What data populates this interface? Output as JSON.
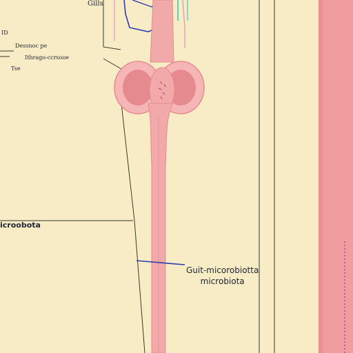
{
  "labels": {
    "top": "Gills",
    "left_1": "ID",
    "left_2": "Dessnoc pe",
    "left_3": "Ithrago-ccrsooe",
    "left_4": "Tse",
    "side": "icroobota",
    "callout_line1": "Guit-micorobiotta",
    "callout_line2": "microbiota"
  },
  "colors": {
    "background": "#f8ecc6",
    "tube": "#f2a9a9",
    "tube_edge": "#e58a8f",
    "organ": "#f0a3a6",
    "organ_dark": "#e17a83",
    "outline": "#2f3a2a",
    "pointer": "#2b3bb0",
    "vessel_cyan": "#3cc7c7",
    "vessel_pink": "#e98ab6",
    "band": "#f19c9f"
  }
}
